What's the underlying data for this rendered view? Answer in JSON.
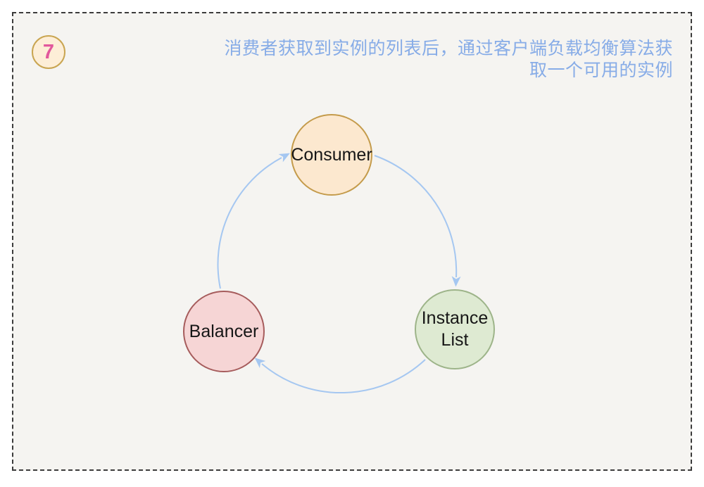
{
  "badge": {
    "number": "7"
  },
  "caption": {
    "line1": "消费者获取到实例的列表后，通过客户端负载均衡算法获",
    "line2": "取一个可用的实例",
    "full_text": "消费者获取到实例的列表后，通过客户端负载均衡算法获取一个可用的实例"
  },
  "nodes": [
    {
      "id": "consumer",
      "label": "Consumer"
    },
    {
      "id": "instance-list",
      "label": "Instance List"
    },
    {
      "id": "balancer",
      "label": "Balancer"
    }
  ],
  "edges": [
    {
      "from": "Consumer",
      "to": "Instance List"
    },
    {
      "from": "Instance List",
      "to": "Balancer"
    },
    {
      "from": "Balancer",
      "to": "Consumer"
    }
  ],
  "colors": {
    "background_inner": "#f5f4f1",
    "dashed_border": "#3c3c3c",
    "arrow": "#a5c7f1",
    "caption_text": "#87ace7",
    "consumer_fill": "#fce8cf",
    "consumer_stroke": "#c49b4b",
    "instance_list_fill": "#deead2",
    "instance_list_stroke": "#9db489",
    "balancer_fill": "#f6d5d5",
    "balancer_stroke": "#a65c5c",
    "badge_fill": "#fdeed7",
    "badge_stroke": "#c9a551",
    "badge_text": "#e2589c"
  }
}
